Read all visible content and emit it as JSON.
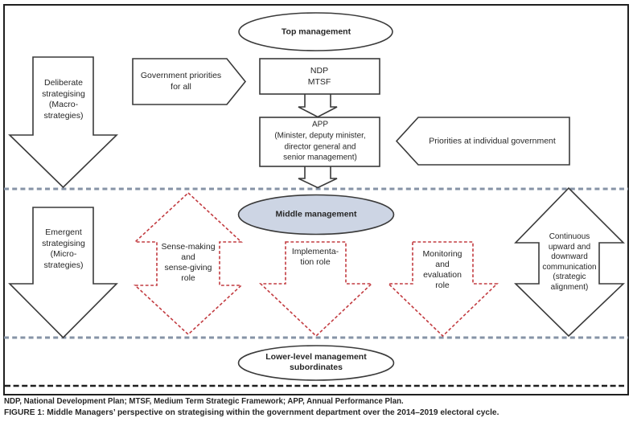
{
  "figure": {
    "top_management": "Top management",
    "ndp_mtsf": "NDP\nMTSF",
    "app": "APP\n(Minister, deputy minister,\ndirector general and\nsenior management)",
    "government_priorities": "Government priorities\nfor all",
    "individual_priorities": "Priorities at individual government",
    "deliberate_strategising": "Deliberate\nstrategising\n(Macro-\nstrategies)",
    "emergent_strategising": "Emergent\nstrategising\n(Micro-\nstrategies)",
    "middle_management": "Middle management",
    "sense_making_role": "Sense-making\nand\nsense-giving\nrole",
    "implementation_role": "Implementa-\ntion role",
    "monitoring_role": "Monitoring\nand\nevaluation\nrole",
    "communication": "Continuous\nupward and\ndownward\ncommunication\n(strategic\nalignment)",
    "lower_level": "Lower-level management\nsubordinates"
  },
  "footer": {
    "abbreviations": "NDP, National Development Plan; MTSF, Medium Term Strategic Framework; APP, Annual Performance Plan.",
    "caption": "FIGURE 1: Middle Managers’ perspective on strategising within the government department over the 2014–2019 electoral cycle."
  },
  "colors": {
    "outline": "#3a3a3a",
    "red_dashed": "#c23b40",
    "gray_dashed": "#8693a6",
    "middle_fill": "#cdd5e4",
    "text": "#262626"
  }
}
